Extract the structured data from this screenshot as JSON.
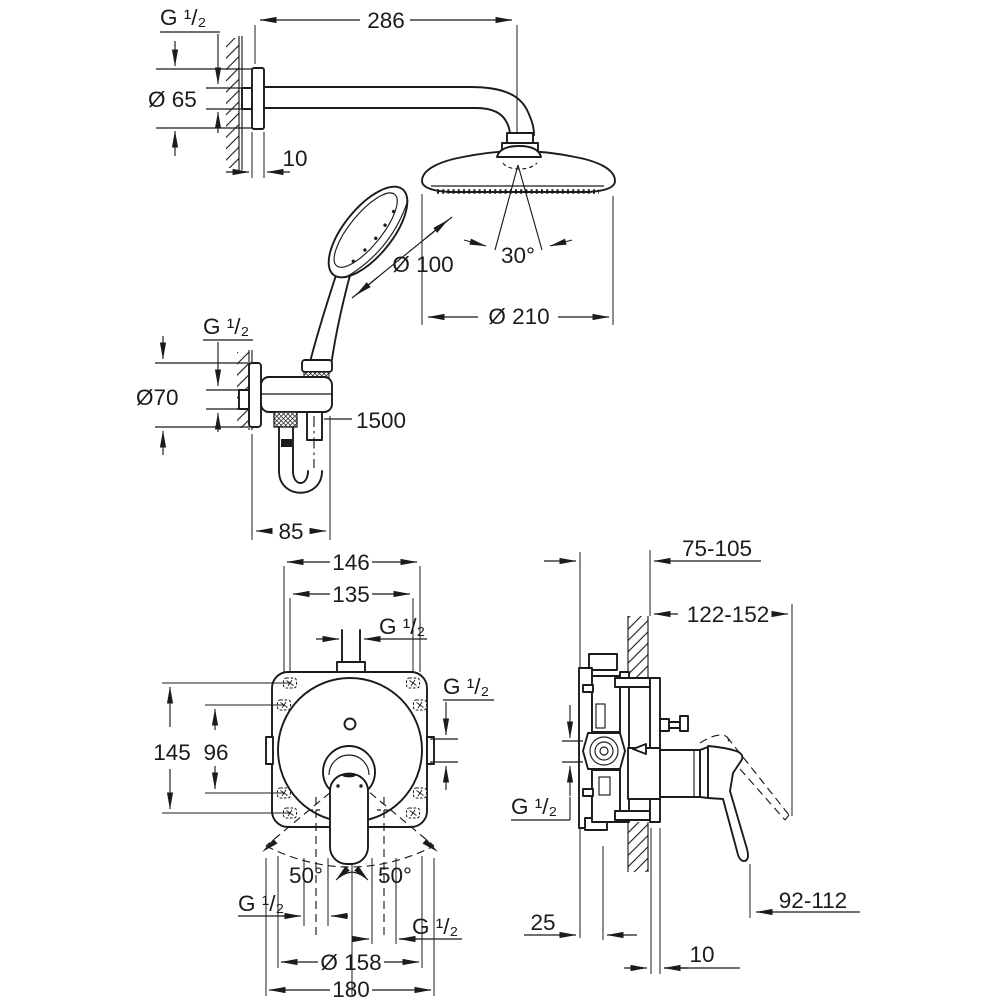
{
  "colors": {
    "ink": "#1b1b1b",
    "background": "#ffffff"
  },
  "views": {
    "head_shower": {
      "thread": "G ¹/₂",
      "flange_diameter": "Ø 65",
      "arm_projection": "286",
      "flange_depth": "10",
      "spray_angle": "30°",
      "head_diameter": "Ø 210"
    },
    "hand_shower": {
      "face_diameter": "Ø 100",
      "thread": "G ¹/₂",
      "flange_diameter": "Ø70",
      "hose_length": "1500",
      "outlet_offset": "85"
    },
    "mixer_front": {
      "hole_spacing_width_outer": "146",
      "hole_spacing_width_inner": "135",
      "thread_top": "G ¹/₂",
      "thread_side": "G ¹/₂",
      "hole_spacing_height_outer": "145",
      "hole_spacing_height_inner": "96",
      "lever_swing_left": "50°",
      "lever_swing_right": "50°",
      "thread_bottom_left": "G ¹/₂",
      "thread_bottom_right": "G ¹/₂",
      "escutcheon_diameter": "Ø 158",
      "plate_width": "180"
    },
    "mixer_side": {
      "installation_depth": "75-105",
      "overall_depth": "122-152",
      "thread_inlet": "G ¹/₂",
      "lever_projection": "92-112",
      "body_depth": "25",
      "plate_thickness": "10"
    }
  }
}
